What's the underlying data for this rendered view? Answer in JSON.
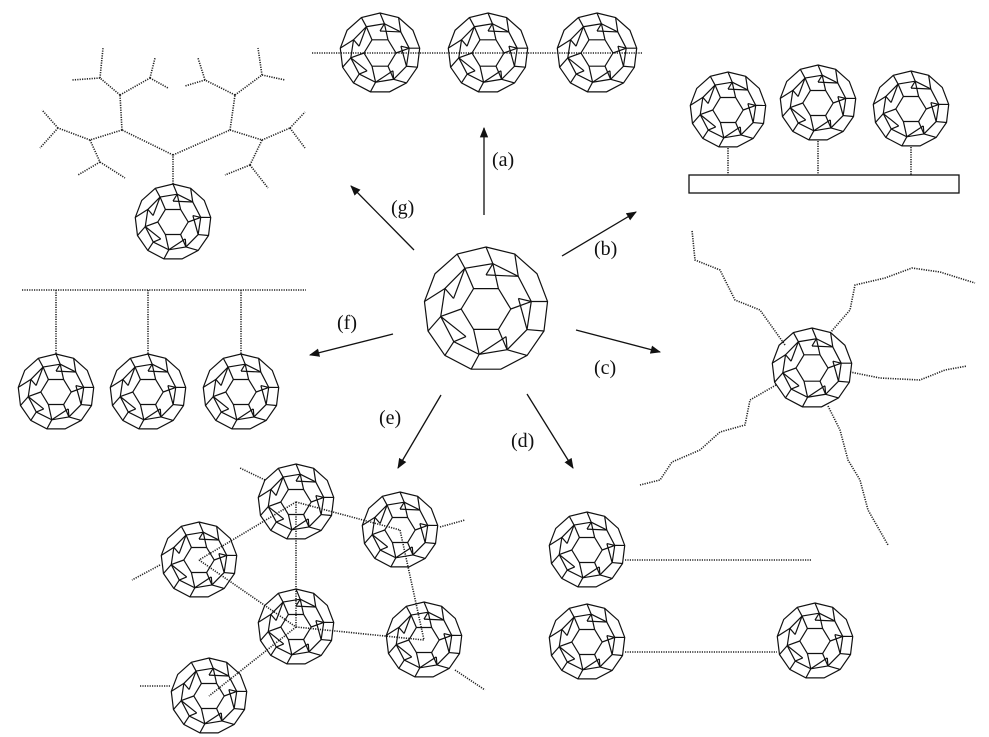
{
  "diagram": {
    "labels": {
      "a": "(a)",
      "b": "(b)",
      "c": "(c)",
      "d": "(d)",
      "e": "(e)",
      "f": "(f)",
      "g": "(g)"
    },
    "colors": {
      "ink": "#111111",
      "background": "#ffffff"
    },
    "structures": [
      "fullerene-icon",
      "main-chain-polymer",
      "surface-grafted-fullerenes",
      "star-polymer",
      "end-capped-polymers",
      "crosslinked-network",
      "side-chain-polymer",
      "dendrimer"
    ]
  }
}
